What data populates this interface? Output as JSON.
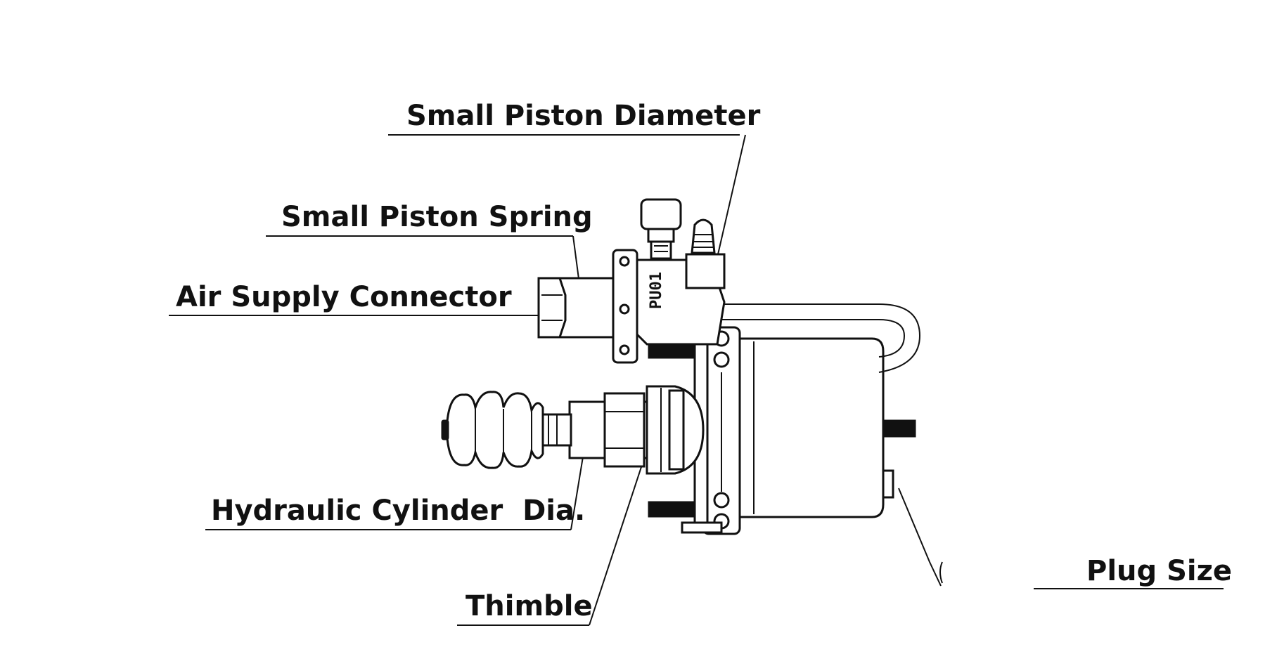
{
  "diagram": {
    "labels": {
      "small_piston_diameter": "Small Piston Diameter",
      "small_piston_spring": "Small Piston Spring",
      "air_supply_connector": "Air Supply Connector",
      "hydraulic_cylinder_dia": "Hydraulic Cylinder  Dia.",
      "thimble": "Thimble",
      "plug_size": "Plug Size"
    },
    "body_marking": "PU01"
  }
}
